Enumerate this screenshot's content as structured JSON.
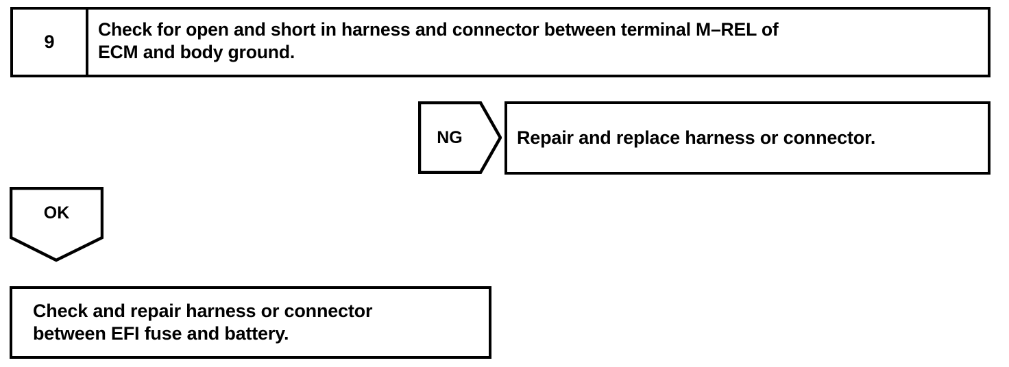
{
  "page": {
    "background_color": "#ffffff",
    "line_color": "#000000",
    "text_color": "#000000"
  },
  "step": {
    "number": "9",
    "instruction": "Check for open and short in harness and connector between terminal M–REL of\nECM and body ground."
  },
  "branches": [
    {
      "judgement": "NG",
      "direction": "right",
      "result": "Repair and replace harness or connector."
    },
    {
      "judgement": "OK",
      "direction": "down",
      "result": "Check and repair harness or connector\nbetween EFI fuse and battery."
    }
  ],
  "ng_branch": {
    "label": "NG",
    "result": "Repair and replace harness or connector."
  },
  "ok_branch": {
    "label": "OK",
    "result": "Check and repair harness or connector\nbetween EFI fuse and battery."
  }
}
